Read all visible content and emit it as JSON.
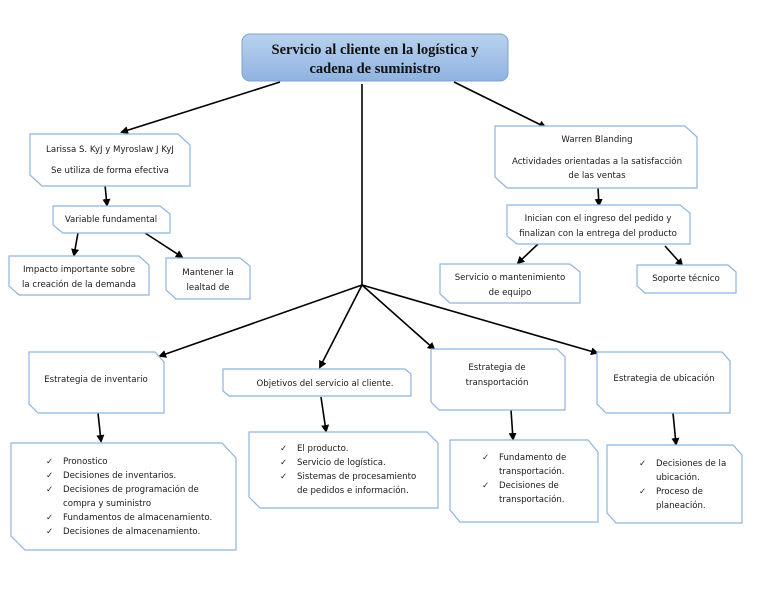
{
  "title": {
    "lines": [
      "Servicio al cliente en la logística y",
      "cadena de suministro"
    ]
  },
  "left_branch": {
    "author_box": {
      "lines": [
        "Larissa S. KyJ y Myroslaw J KyJ",
        "Se utiliza de forma efectiva"
      ]
    },
    "variable_box": {
      "lines": [
        "Variable fundamental"
      ]
    },
    "impact_box": {
      "lines": [
        "Impacto importante sobre",
        "la creación de la demanda"
      ]
    },
    "loyalty_box": {
      "lines": [
        "Mantener la",
        "lealtad de"
      ]
    }
  },
  "right_branch": {
    "author_box": {
      "lines": [
        "Warren Blanding",
        "Actividades orientadas a la satisfacción",
        "de las ventas"
      ]
    },
    "process_box": {
      "lines": [
        "Inician con el ingreso del pedido y",
        "finalizan con la entrega del producto"
      ]
    },
    "service_box": {
      "lines": [
        "Servicio o mantenimiento",
        "de equipo"
      ]
    },
    "support_box": {
      "lines": [
        "Soporte técnico"
      ]
    }
  },
  "strategies": [
    {
      "id": "inventario",
      "header": [
        "Estrategia de inventario"
      ],
      "items": [
        [
          "Pronostico"
        ],
        [
          "Decisiones de inventarios."
        ],
        [
          "Decisiones de programación de",
          "compra y suministro"
        ],
        [
          "Fundamentos de almacenamiento."
        ],
        [
          "Decisiones de almacenamiento."
        ]
      ]
    },
    {
      "id": "objetivos",
      "header": [
        "Objetivos del servicio al cliente."
      ],
      "items": [
        [
          "El producto."
        ],
        [
          "Servicio de logística."
        ],
        [
          "Sistemas de procesamiento",
          "de pedidos e información."
        ]
      ]
    },
    {
      "id": "transportacion",
      "header": [
        "Estrategia de",
        "transportación"
      ],
      "items": [
        [
          "Fundamento de",
          "transportación."
        ],
        [
          "Decisiones de",
          "transportación."
        ]
      ]
    },
    {
      "id": "ubicacion",
      "header": [
        "Estrategia de ubicación"
      ],
      "items": [
        [
          "Decisiones de la",
          "ubicación."
        ],
        [
          "Proceso de",
          "planeación."
        ]
      ]
    }
  ],
  "check_glyph": "✓",
  "colors": {
    "title_fill_top": "#b7d0ee",
    "title_fill_bottom": "#8fb3e0",
    "box_border": "#8fb4dc",
    "connector": "#000000"
  }
}
